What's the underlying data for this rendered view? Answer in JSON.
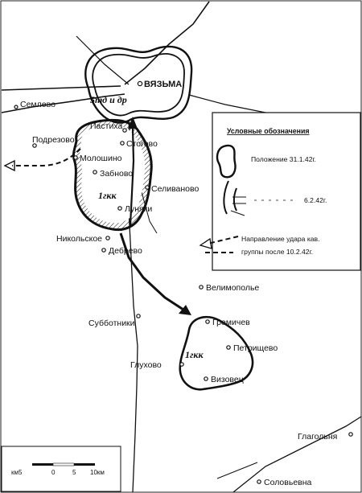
{
  "places": {
    "vyazma": "ВЯЗЬМА",
    "semlevo": "Семлево",
    "pastikha": "Пастиха",
    "podrezovo": "Подрезово",
    "stogovo": "Стогово",
    "moloshino": "Молошино",
    "zabnovo": "Забново",
    "selivanovo": "Селиваново",
    "lunyaki": "Луняки",
    "nikolskoe": "Никольское",
    "debrevo": "Дебрево",
    "velimopolye": "Велимополье",
    "subbotniki": "Субботники",
    "gremichev": "Гремичев",
    "petrishchevo": "Петрищево",
    "glukhovo": "Глухово",
    "vyzovets": "Визовец",
    "glagolnya": "Глагольня",
    "solovyevna": "Соловьевна"
  },
  "units": {
    "enemy": "5тд и др",
    "cavalry_north": "1гкк",
    "cavalry_south": "1гкк"
  },
  "legend": {
    "title": "Условные обозначения",
    "item_1": "Положение 31.1.42г.",
    "item_2": "6.2.42г.",
    "item_3_line1": "Направление удара кав.",
    "item_3_line2": "группы после 10.2.42г."
  },
  "scale": {
    "unit_label": "км5",
    "ticks": [
      "0",
      "5",
      "10км"
    ]
  },
  "colors": {
    "ink": "#111111",
    "paper": "#ffffff"
  }
}
